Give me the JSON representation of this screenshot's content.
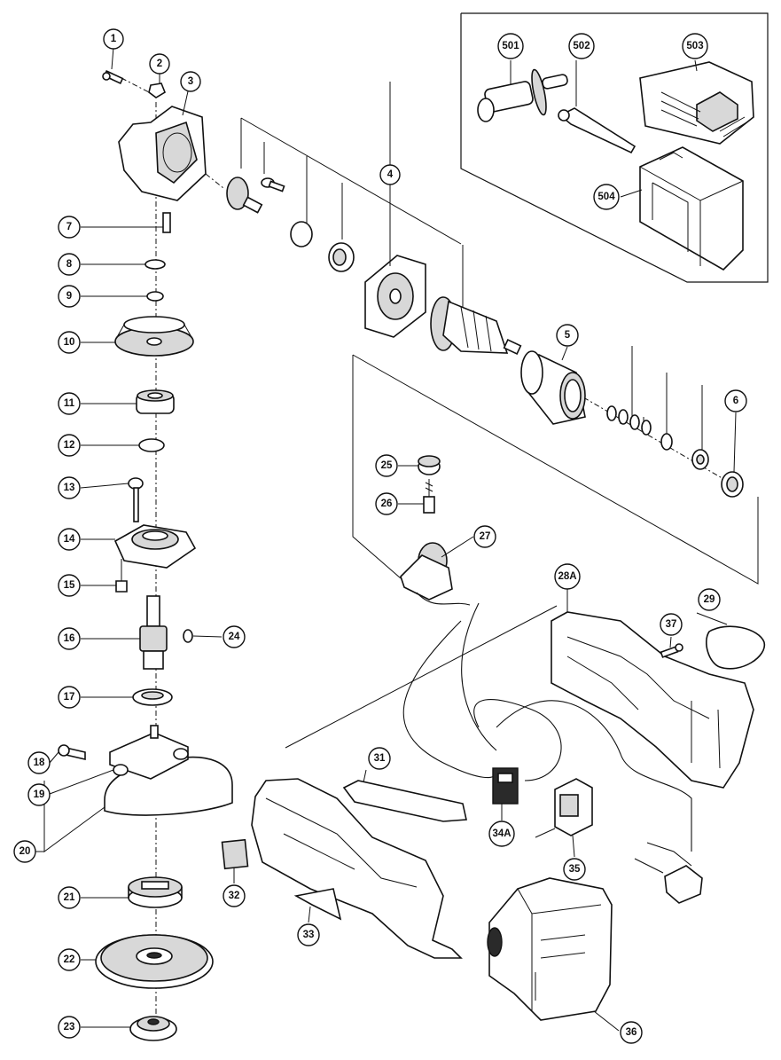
{
  "callouts": [
    {
      "id": "c1",
      "label": "1"
    },
    {
      "id": "c2",
      "label": "2"
    },
    {
      "id": "c3",
      "label": "3"
    },
    {
      "id": "c4",
      "label": "4"
    },
    {
      "id": "c5",
      "label": "5"
    },
    {
      "id": "c6",
      "label": "6"
    },
    {
      "id": "c7",
      "label": "7"
    },
    {
      "id": "c8",
      "label": "8"
    },
    {
      "id": "c9",
      "label": "9"
    },
    {
      "id": "c10",
      "label": "10"
    },
    {
      "id": "c11",
      "label": "11"
    },
    {
      "id": "c12",
      "label": "12"
    },
    {
      "id": "c13",
      "label": "13"
    },
    {
      "id": "c14",
      "label": "14"
    },
    {
      "id": "c15",
      "label": "15"
    },
    {
      "id": "c16",
      "label": "16"
    },
    {
      "id": "c17",
      "label": "17"
    },
    {
      "id": "c18",
      "label": "18"
    },
    {
      "id": "c19",
      "label": "19"
    },
    {
      "id": "c20",
      "label": "20"
    },
    {
      "id": "c21",
      "label": "21"
    },
    {
      "id": "c22",
      "label": "22"
    },
    {
      "id": "c23",
      "label": "23"
    },
    {
      "id": "c24",
      "label": "24"
    },
    {
      "id": "c25",
      "label": "25"
    },
    {
      "id": "c26",
      "label": "26"
    },
    {
      "id": "c27",
      "label": "27"
    },
    {
      "id": "c28A",
      "label": "28A"
    },
    {
      "id": "c29",
      "label": "29"
    },
    {
      "id": "c31",
      "label": "31"
    },
    {
      "id": "c32",
      "label": "32"
    },
    {
      "id": "c33",
      "label": "33"
    },
    {
      "id": "c34A",
      "label": "34A"
    },
    {
      "id": "c35",
      "label": "35"
    },
    {
      "id": "c36",
      "label": "36"
    },
    {
      "id": "c37",
      "label": "37"
    },
    {
      "id": "c501",
      "label": "501"
    },
    {
      "id": "c502",
      "label": "502"
    },
    {
      "id": "c503",
      "label": "503"
    },
    {
      "id": "c504",
      "label": "504"
    }
  ]
}
